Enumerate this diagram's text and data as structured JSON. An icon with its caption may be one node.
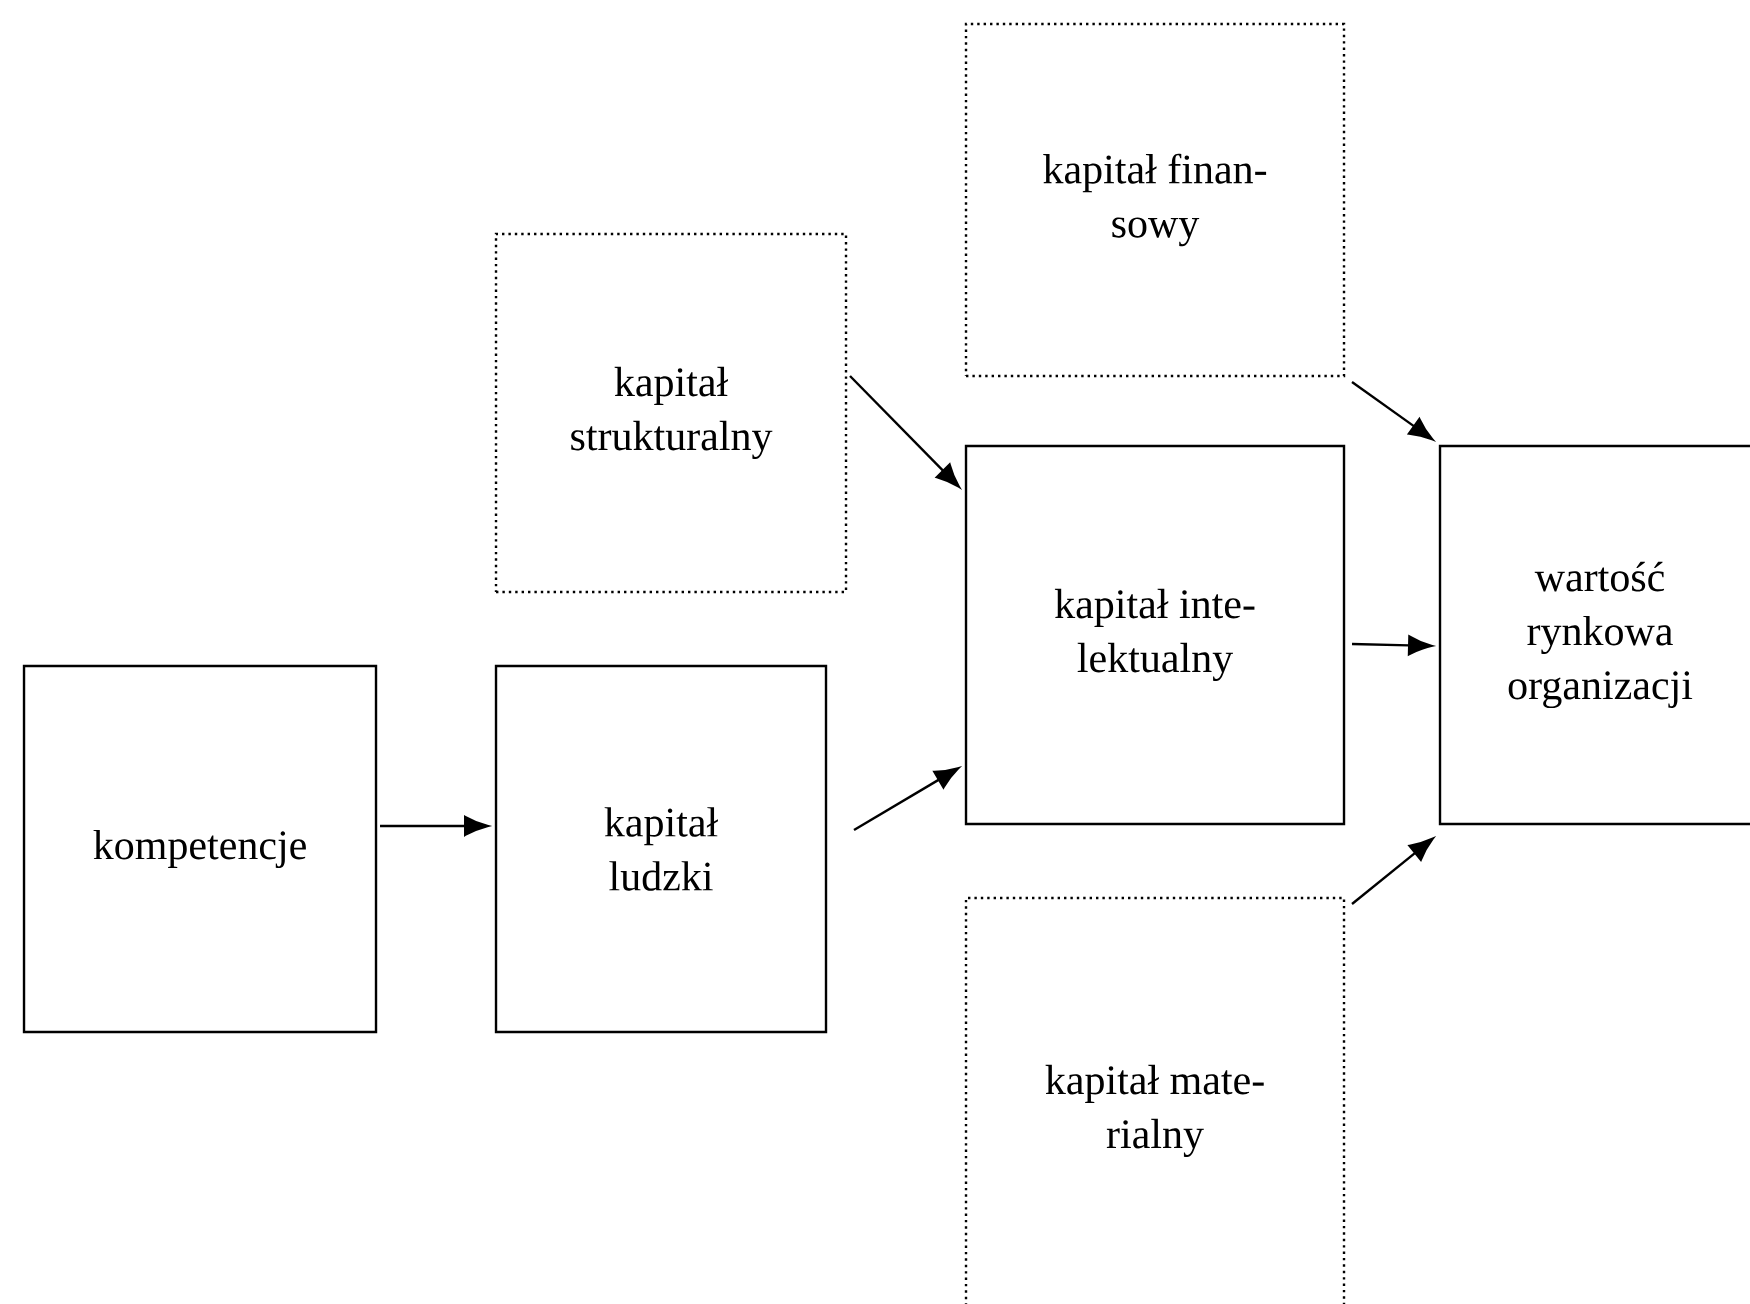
{
  "diagram": {
    "nodes": [
      {
        "text": [
          "kompetencje"
        ]
      },
      {
        "text": [
          "kapitał ludzki"
        ]
      },
      {
        "text": [
          "kapitał strukturalny"
        ]
      },
      {
        "text": [
          "kapitał inte- lektualny"
        ]
      },
      {
        "text": [
          "kapitał finan- sowy"
        ]
      },
      {
        "text": [
          "kapitał mate- rialny"
        ]
      },
      {
        "text": [
          "wartość rynkowa organizacji"
        ]
      }
    ],
    "edges": [
      {
        "from": 0,
        "to": 1,
        "arrow": "to"
      },
      {
        "from": 2,
        "to": 3,
        "arrow": "to"
      },
      {
        "from": 1,
        "to": 3,
        "arrow": "to"
      },
      {
        "from": 3,
        "to": 6,
        "arrow": "to"
      },
      {
        "from": 4,
        "to": 6,
        "arrow": "to"
      },
      {
        "from": 5,
        "to": 6,
        "arrow": "to"
      }
    ]
  }
}
